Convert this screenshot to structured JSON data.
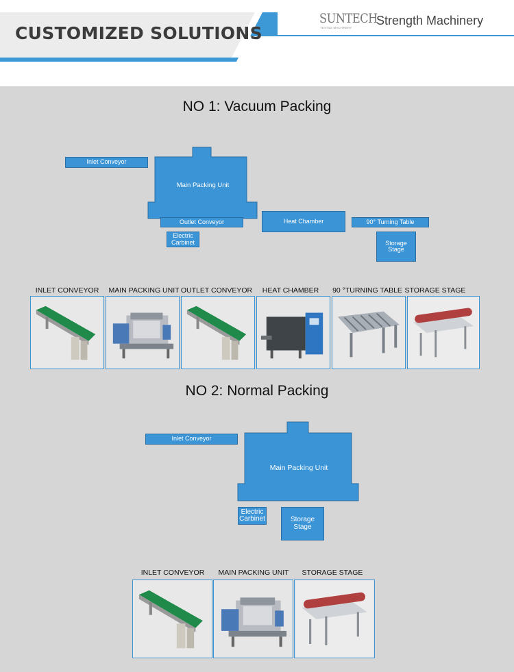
{
  "header": {
    "banner_title": "CUSTOMIZED SOLUTIONS",
    "logo_mark": "SUNTECH",
    "logo_sub": "TEXTILE MACHINERY",
    "company_name": "Strength Machinery"
  },
  "colors": {
    "accent": "#3b94d6",
    "content_bg": "#d6d6d6",
    "banner_bg": "#ececec"
  },
  "sections": [
    {
      "title": "NO 1: Vacuum Packing",
      "blocks": {
        "inlet": "Inlet Conveyor",
        "main": "Main Packing Unit",
        "outlet": "Outlet Conveyor",
        "heat": "Heat Chamber",
        "turning": "90° Turning Table",
        "electric_1": "Electric",
        "electric_2": "Carbinet",
        "storage_1": "Storage",
        "storage_2": "Stage"
      },
      "equipment": [
        {
          "label": "INLET CONVEYOR",
          "icon": "conveyor-photo"
        },
        {
          "label": "MAIN PACKING UNIT",
          "icon": "packing-unit-photo"
        },
        {
          "label": "OUTLET CONVEYOR",
          "icon": "conveyor-photo"
        },
        {
          "label": "HEAT CHAMBER",
          "icon": "heat-chamber-photo"
        },
        {
          "label": "90 °TURNING TABLE",
          "icon": "turning-table-photo"
        },
        {
          "label": "STORAGE STAGE",
          "icon": "storage-stage-photo"
        }
      ]
    },
    {
      "title": "NO 2: Normal Packing",
      "blocks": {
        "inlet": "Inlet Conveyor",
        "main": "Main Packing Unit",
        "electric_1": "Electric",
        "electric_2": "Carbinet",
        "storage_1": "Storage",
        "storage_2": "Stage"
      },
      "equipment": [
        {
          "label": "INLET CONVEYOR",
          "icon": "conveyor-photo"
        },
        {
          "label": "MAIN PACKING UNIT",
          "icon": "packing-unit-photo"
        },
        {
          "label": "STORAGE STAGE",
          "icon": "storage-stage-photo"
        }
      ]
    }
  ]
}
